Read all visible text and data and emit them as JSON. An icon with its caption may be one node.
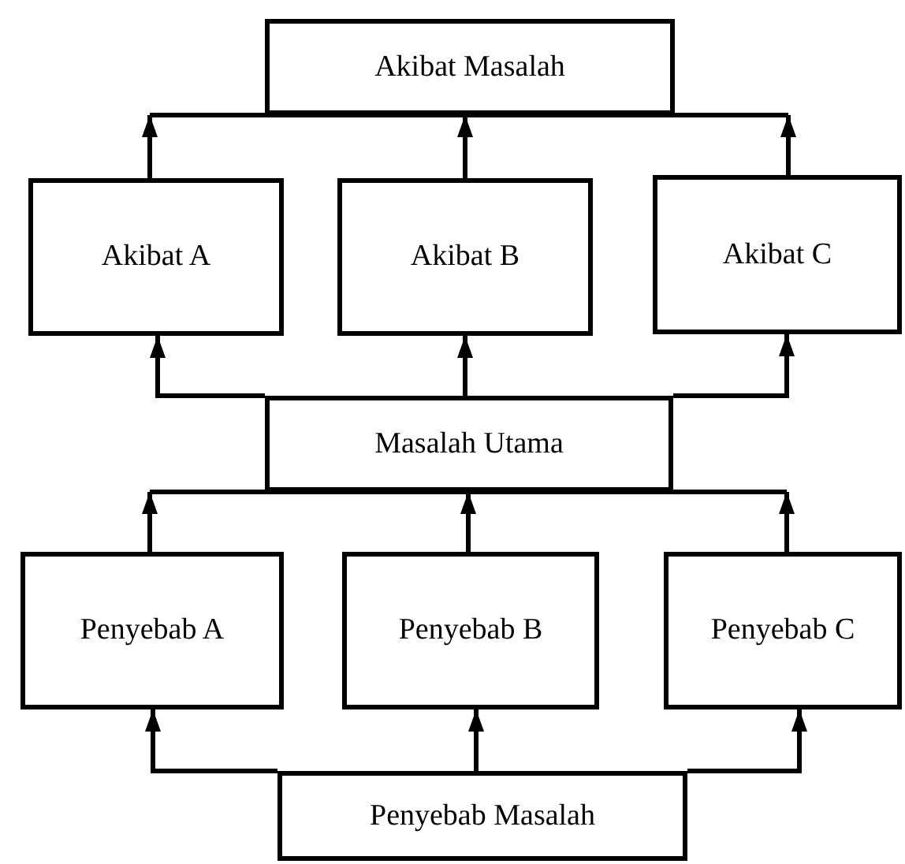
{
  "diagram": {
    "nodes": [
      {
        "text": [
          "Akibat Masalah"
        ]
      },
      {
        "text": [
          "Akibat A"
        ]
      },
      {
        "text": [
          "Akibat B"
        ]
      },
      {
        "text": [
          "Akibat C"
        ]
      },
      {
        "text": [
          "Masalah Utama"
        ]
      },
      {
        "text": [
          "Penyebab A"
        ]
      },
      {
        "text": [
          "Penyebab B"
        ]
      },
      {
        "text": [
          "Penyebab C"
        ]
      },
      {
        "text": [
          "Penyebab Masalah"
        ]
      }
    ],
    "edges": [
      {
        "from": 1,
        "to": 0,
        "arrow": "to"
      },
      {
        "from": 2,
        "to": 0,
        "arrow": "to"
      },
      {
        "from": 3,
        "to": 0,
        "arrow": "to"
      },
      {
        "from": 4,
        "to": 1,
        "arrow": "to"
      },
      {
        "from": 4,
        "to": 2,
        "arrow": "to"
      },
      {
        "from": 4,
        "to": 3,
        "arrow": "to"
      },
      {
        "from": 5,
        "to": 4,
        "arrow": "to"
      },
      {
        "from": 6,
        "to": 4,
        "arrow": "to"
      },
      {
        "from": 7,
        "to": 4,
        "arrow": "to"
      },
      {
        "from": 8,
        "to": 5,
        "arrow": "to"
      },
      {
        "from": 8,
        "to": 6,
        "arrow": "to"
      },
      {
        "from": 8,
        "to": 7,
        "arrow": "to"
      }
    ]
  }
}
